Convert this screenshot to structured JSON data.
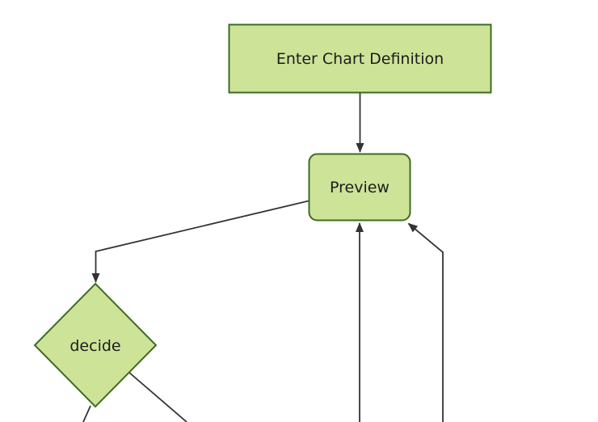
{
  "diagram": {
    "type": "flowchart",
    "background": "#ffffff",
    "colors": {
      "node_fill": "#cde498",
      "node_border": "#3d6c21",
      "edge_line": "#333333",
      "arrowhead": "#333333",
      "label_text": "#1c1c1c"
    },
    "nodes": [
      {
        "id": "enter-chart-definition",
        "label": "Enter Chart Definition",
        "shape": "rectangle"
      },
      {
        "id": "preview",
        "label": "Preview",
        "shape": "rounded-rectangle"
      },
      {
        "id": "decide",
        "label": "decide",
        "shape": "diamond"
      }
    ],
    "edges": [
      {
        "from": "enter-chart-definition",
        "to": "preview",
        "arrow": true
      },
      {
        "from": "preview",
        "to": "decide",
        "arrow": true
      },
      {
        "from": "offscreen-bottom-center",
        "to": "preview",
        "arrow": true
      },
      {
        "from": "offscreen-bottom-right",
        "to": "preview",
        "arrow": true
      },
      {
        "from": "decide",
        "to": "offscreen-bottom-left",
        "arrow": false
      },
      {
        "from": "decide",
        "to": "offscreen-bottom-right",
        "arrow": false
      }
    ]
  }
}
